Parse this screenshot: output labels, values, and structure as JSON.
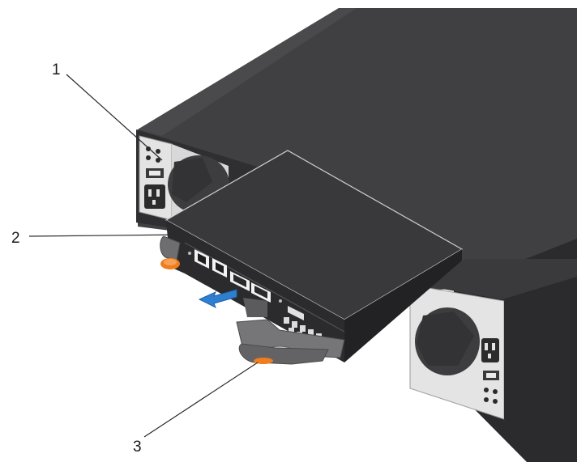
{
  "callouts": [
    {
      "number": "1",
      "target": "power-supply-unit"
    },
    {
      "number": "2",
      "target": "controller-module"
    },
    {
      "number": "3",
      "target": "release-lever"
    }
  ],
  "colors": {
    "chassis": "#3b3b3d",
    "chassis_top": "#464648",
    "chassis_side": "#2c2c2e",
    "module": "#38383a",
    "module_edge": "#c8c8c8",
    "psu_panel": "#e6e6e6",
    "fan_grille": "#3d3d3f",
    "release_tab": "#f07d1e",
    "removal_arrow": "#2f7fd1",
    "lever": "#7a7a7c",
    "callout_text": "#1a1a1a"
  },
  "icons": [
    "removal-arrow-icon",
    "fan-grille-icon",
    "power-socket-icon",
    "network-port-icon"
  ]
}
